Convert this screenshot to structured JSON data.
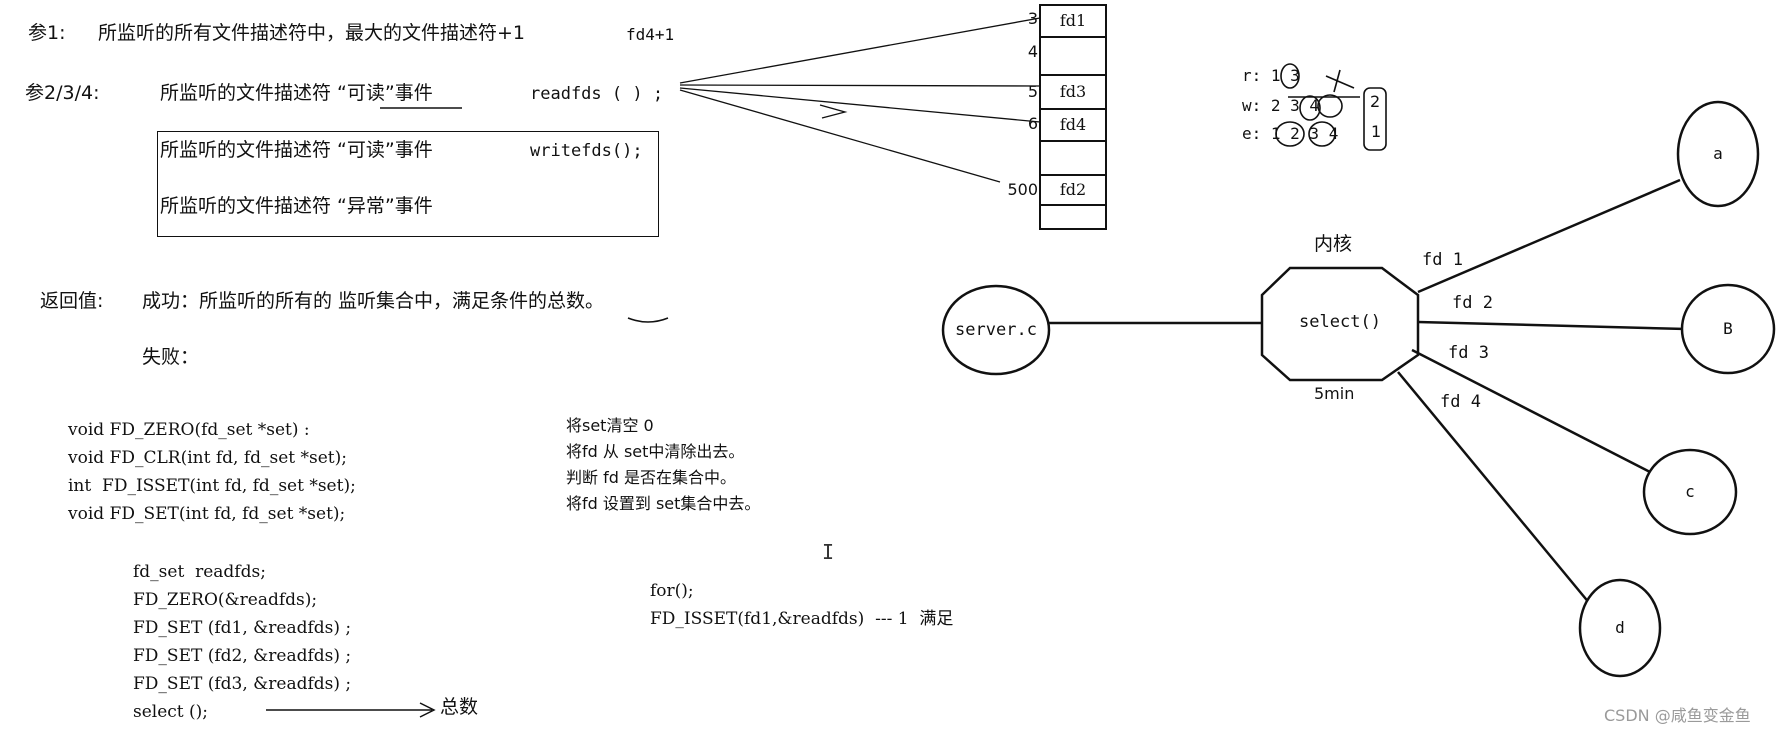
{
  "params": {
    "p1_label": "参1:",
    "p1_text": "所监听的所有文件描述符中，最大的文件描述符+1",
    "p1_note": "fd4+1",
    "p234_label": "参2/3/4:",
    "lines": [
      {
        "text": "所监听的文件描述符 “可读”事件",
        "code": "readfds ( ) ;"
      },
      {
        "text": "所监听的文件描述符 “可读”事件",
        "code": "writefds();"
      },
      {
        "text": "所监听的文件描述符 “异常”事件",
        "code": ""
      }
    ]
  },
  "return_value": {
    "label": "返回值:",
    "success": "成功：所监听的所有的 监听集合中，满足条件的总数。",
    "failure": "失败："
  },
  "api": {
    "functions": [
      "void FD_ZERO(fd_set *set) :",
      "void FD_CLR(int fd, fd_set *set);",
      "int  FD_ISSET(int fd, fd_set *set);",
      "void FD_SET(int fd, fd_set *set);"
    ],
    "descriptions": [
      "将set清空 0",
      "将fd 从 set中清除出去。",
      "判断 fd 是否在集合中。",
      "将fd 设置到 set集合中去。"
    ]
  },
  "example": {
    "lines": [
      "fd_set  readfds;",
      "FD_ZERO(&readfds);",
      "FD_SET (fd1, &readfds) ;",
      "FD_SET (fd2, &readfds) ;",
      "FD_SET (fd3, &readfds) ;",
      "select ();"
    ],
    "arrow_label": "总数",
    "loop_lines": [
      "for();",
      "FD_ISSET(fd1,&readfds)  --- 1  满足"
    ]
  },
  "fd_table": {
    "rows": [
      {
        "index": "3",
        "cell": "fd1"
      },
      {
        "index": "4",
        "cell": ""
      },
      {
        "index": "5",
        "cell": "fd3"
      },
      {
        "index": "6",
        "cell": "fd4"
      },
      {
        "index": "",
        "cell": ""
      },
      {
        "index": "500",
        "cell": "fd2"
      },
      {
        "index": "",
        "cell": ""
      }
    ]
  },
  "scribble": {
    "r": "r: 1 3",
    "w": "w: 2 3 4",
    "e": "e: 1 2 3 4",
    "side_top": "2",
    "side_bottom": "1"
  },
  "network": {
    "server": "server.c",
    "kernel_label": "内核",
    "select": "select()",
    "timeout": "5min",
    "clients": [
      "a",
      "B",
      "c",
      "d"
    ],
    "edges": [
      "fd 1",
      "fd 2",
      "fd 3",
      "fd 4"
    ]
  },
  "watermark": "CSDN @咸鱼变金鱼"
}
